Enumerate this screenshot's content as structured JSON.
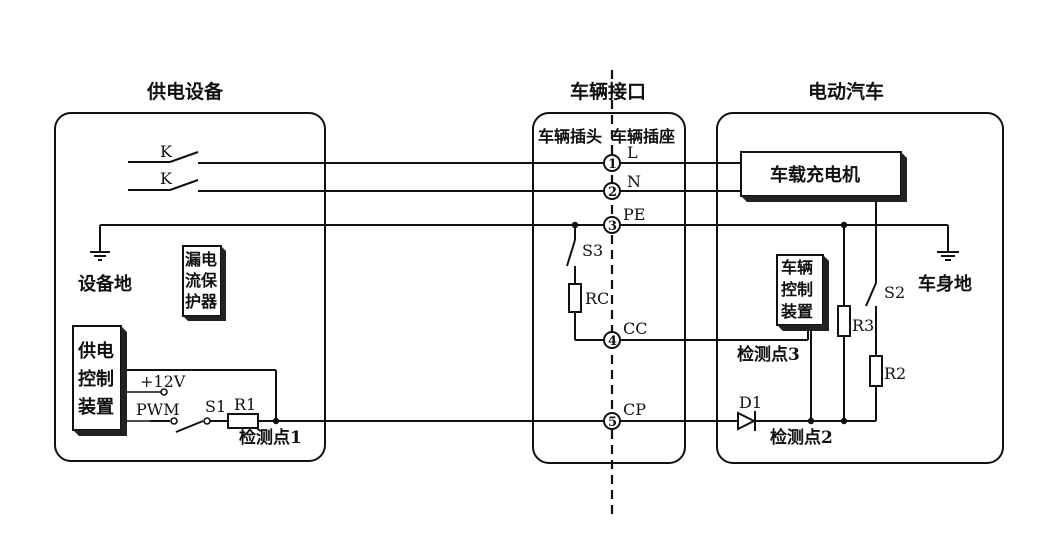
{
  "sections": {
    "supply": "供电设备",
    "interface": "车辆接口",
    "ev": "电动汽车"
  },
  "interface_labels": {
    "plug": "车辆插头",
    "socket": "车辆插座"
  },
  "switches": {
    "k1": "K",
    "k2": "K",
    "s1": "S1",
    "s2": "S2",
    "s3": "S3"
  },
  "pins": {
    "p1": "1",
    "p2": "2",
    "p3": "3",
    "p4": "4",
    "p5": "5"
  },
  "signals": {
    "l": "L",
    "n": "N",
    "pe": "PE",
    "cc": "CC",
    "cp": "CP"
  },
  "components": {
    "earth_equipment": "设备地",
    "earth_body": "车身地",
    "leakage_protector": [
      "漏电",
      "流保",
      "护器"
    ],
    "supply_controller": [
      "供电",
      "控制",
      "装置"
    ],
    "vehicle_controller": [
      "车辆",
      "控制",
      "装置"
    ],
    "onboard_charger": "车载充电机",
    "v12": "+12V",
    "pwm": "PWM",
    "r1": "R1",
    "rc": "RC",
    "r2": "R2",
    "r3": "R3",
    "d1": "D1"
  },
  "test_points": {
    "tp1": "检测点1",
    "tp2": "检测点2",
    "tp3": "检测点3"
  }
}
